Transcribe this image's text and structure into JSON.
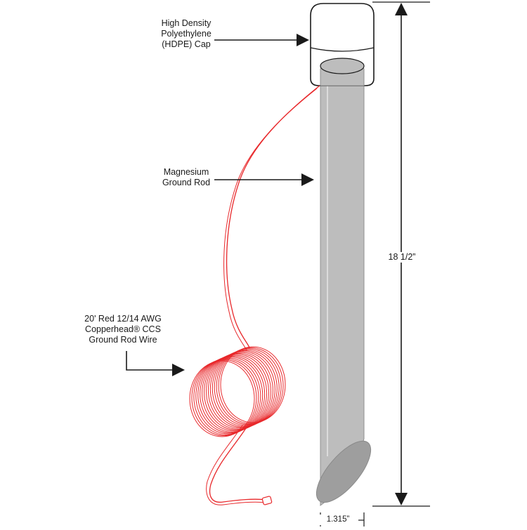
{
  "labels": {
    "cap": [
      "High Density",
      "Polyethylene",
      "(HDPE) Cap"
    ],
    "rod": [
      "Magnesium",
      "Ground Rod"
    ],
    "wire": [
      "20' Red 12/14 AWG",
      "Copperhead® CCS",
      "Ground Rod Wire"
    ]
  },
  "dimensions": {
    "height": "18 1/2”",
    "width": "1.315”"
  },
  "colors": {
    "rod": "#bdbdbd",
    "rod_dark": "#9e9e9e",
    "wire": "#e8282b",
    "outline": "#1a1a1a",
    "cap": "#ffffff"
  }
}
